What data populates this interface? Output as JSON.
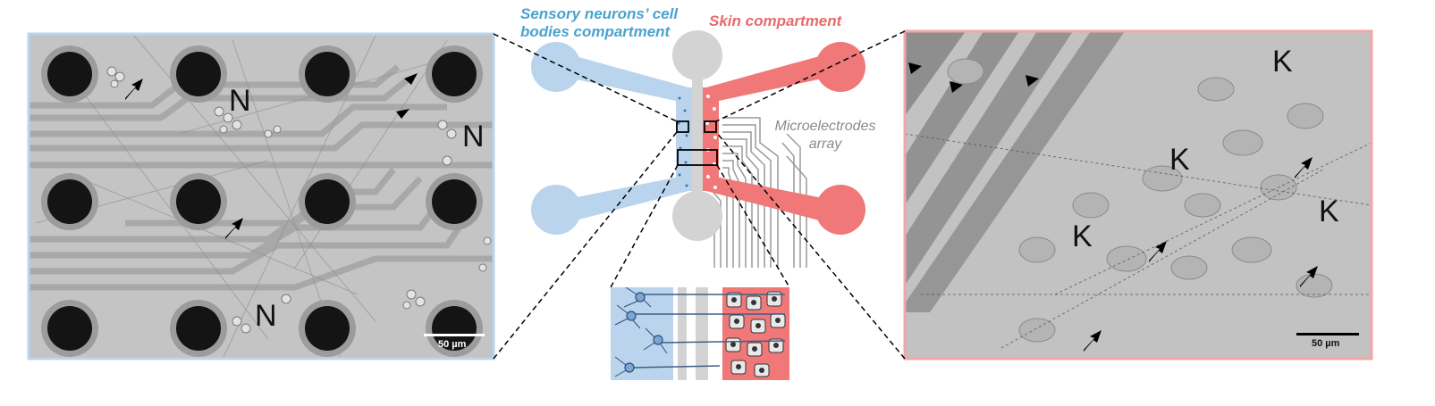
{
  "labels": {
    "sensory_line1": "Sensory neurons’ cell",
    "sensory_line2": "bodies compartment",
    "skin": "Skin compartment",
    "micro_line1": "Microelectrodes",
    "micro_line2": "array"
  },
  "left_panel": {
    "cell_label": "N",
    "scale_bar": "50 µm"
  },
  "right_panel": {
    "cell_label": "K",
    "scale_bar": "50 µm"
  },
  "colors": {
    "neuron_compartment": "#b9d4ec",
    "skin_compartment": "#f07878",
    "center_wells": "#d3d3d3",
    "electrodes": "#9a9a9a",
    "left_border": "#b9d4ec",
    "right_border": "#f2a6a6"
  }
}
